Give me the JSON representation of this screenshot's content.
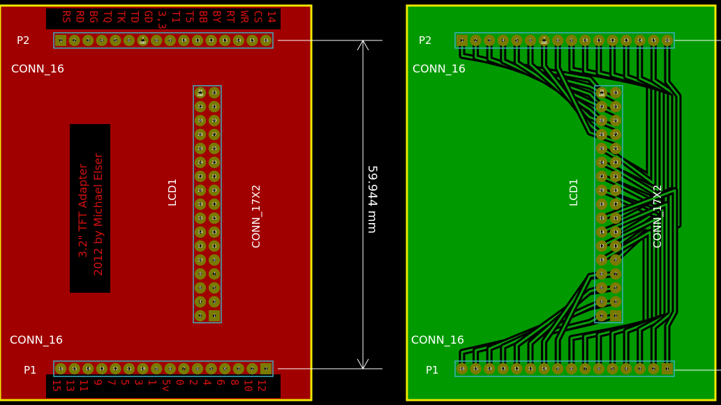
{
  "colors": {
    "background": "#000000",
    "board_outline": "#f0e800",
    "front_copper": "#a00000",
    "back_copper": "#009a00",
    "pad": "#7a7a00",
    "pad_ring": "#3fb0c0",
    "silk": "#ffffff",
    "dimension": "#ffffff"
  },
  "front": {
    "p2": {
      "ref": "P2",
      "value": "CONN_16",
      "signals": [
        "RS",
        "RD",
        "BG",
        "TQ",
        "TK",
        "TD",
        "GD",
        "3,3",
        "T1",
        "T5",
        "BB",
        "BY",
        "RT",
        "WR",
        "CS",
        "14"
      ],
      "pins": [
        "1",
        "2",
        "3",
        "4",
        "5",
        "6",
        "7\nGND",
        "8",
        "9",
        "10",
        "11",
        "12",
        "13",
        "14",
        "15",
        "16"
      ]
    },
    "p1": {
      "ref": "P1",
      "value": "CONN_16",
      "signals": [
        "15",
        "13",
        "11",
        "9",
        "7",
        "5",
        "3",
        "1",
        "5v",
        "0",
        "2",
        "4",
        "6",
        "8",
        "10",
        "12"
      ],
      "pins": [
        "16",
        "15",
        "14",
        "13",
        "12",
        "11",
        "10",
        "9",
        "8",
        "7",
        "6",
        "5",
        "4",
        "3",
        "2",
        "1"
      ]
    },
    "lcd": {
      "ref": "LCD1",
      "value": "CONN_17X2",
      "pins_left": [
        "34\nGND",
        "32",
        "30",
        "28",
        "26",
        "24",
        "22",
        "20",
        "18",
        "16",
        "14",
        "12",
        "10",
        "8",
        "6",
        "4",
        "2"
      ],
      "pins_right": [
        "33",
        "31",
        "29",
        "27",
        "25",
        "23",
        "21",
        "19",
        "17",
        "15",
        "13",
        "11",
        "9",
        "7",
        "5",
        "3",
        "1"
      ]
    },
    "title_lines": [
      "3.2\" TFT Adapter",
      "2012 by Michael Elser"
    ]
  },
  "dimension": {
    "value": "59.944 mm"
  },
  "back": {
    "p2": {
      "ref": "P2",
      "value": "CONN_16",
      "pins": [
        "1",
        "2",
        "3",
        "4",
        "5",
        "6",
        "7\nGND",
        "8",
        "9",
        "10",
        "11",
        "12",
        "13",
        "14",
        "15",
        "16"
      ]
    },
    "p1": {
      "ref": "P1",
      "value": "CONN_16",
      "pins": [
        "16",
        "15",
        "14",
        "13",
        "12",
        "11",
        "10",
        "9",
        "8",
        "7",
        "6",
        "5",
        "4",
        "3",
        "2",
        "1"
      ]
    },
    "lcd": {
      "ref": "LCD1",
      "value": "CONN_17X2",
      "pins_left": [
        "34\nGND",
        "32",
        "30",
        "28",
        "26",
        "24",
        "22",
        "20",
        "18",
        "16",
        "14",
        "12",
        "10",
        "8",
        "6",
        "4",
        "2"
      ],
      "pins_right": [
        "33",
        "31",
        "29",
        "27",
        "25",
        "23",
        "21",
        "19",
        "17",
        "15",
        "13",
        "11",
        "9",
        "7",
        "5",
        "3",
        "1"
      ]
    }
  }
}
